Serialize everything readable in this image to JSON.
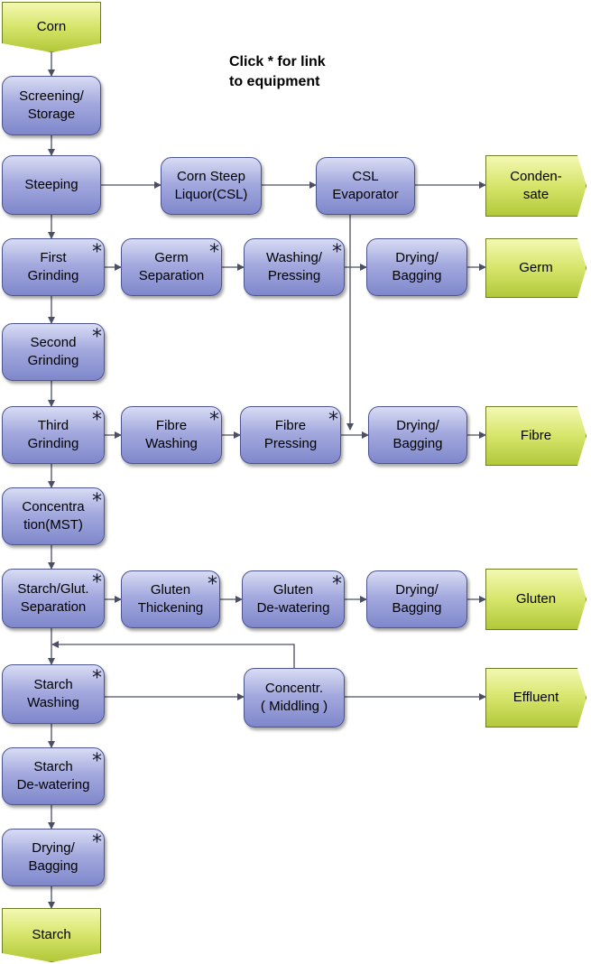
{
  "note": "Click * for link\nto equipment",
  "star_symbol": "*",
  "nodes": {
    "corn": {
      "label": "Corn"
    },
    "screening": {
      "label": "Screening/\nStorage"
    },
    "steeping": {
      "label": "Steeping"
    },
    "csl": {
      "label": "Corn Steep\nLiquor(CSL)"
    },
    "csl_evap": {
      "label": "CSL\nEvaporator"
    },
    "condensate": {
      "label": "Conden-\nsate"
    },
    "first_grinding": {
      "label": "First\nGrinding",
      "star": true
    },
    "germ_sep": {
      "label": "Germ\nSeparation",
      "star": true
    },
    "washing_pressing": {
      "label": "Washing/\nPressing",
      "star": true
    },
    "drying_germ": {
      "label": "Drying/\nBagging"
    },
    "germ": {
      "label": "Germ"
    },
    "second_grinding": {
      "label": "Second\nGrinding",
      "star": true
    },
    "third_grinding": {
      "label": "Third\nGrinding",
      "star": true
    },
    "fibre_washing": {
      "label": "Fibre\nWashing",
      "star": true
    },
    "fibre_pressing": {
      "label": "Fibre\nPressing",
      "star": true
    },
    "drying_fibre": {
      "label": "Drying/\nBagging"
    },
    "fibre": {
      "label": "Fibre"
    },
    "concentration": {
      "label": "Concentra\ntion(MST)",
      "star": true
    },
    "starch_glut": {
      "label": "Starch/Glut.\nSeparation",
      "star": true
    },
    "gluten_thick": {
      "label": "Gluten\nThickening",
      "star": true
    },
    "gluten_dewater": {
      "label": "Gluten\nDe-watering",
      "star": true
    },
    "drying_gluten": {
      "label": "Drying/\nBagging"
    },
    "gluten": {
      "label": "Gluten"
    },
    "starch_washing": {
      "label": "Starch\nWashing",
      "star": true
    },
    "concentr_middling": {
      "label": "Concentr.\n( Middling )"
    },
    "effluent": {
      "label": "Effluent"
    },
    "starch_dewater": {
      "label": "Starch\nDe-watering",
      "star": true
    },
    "drying_starch": {
      "label": "Drying/\nBagging",
      "star": true
    },
    "starch": {
      "label": "Starch"
    }
  }
}
